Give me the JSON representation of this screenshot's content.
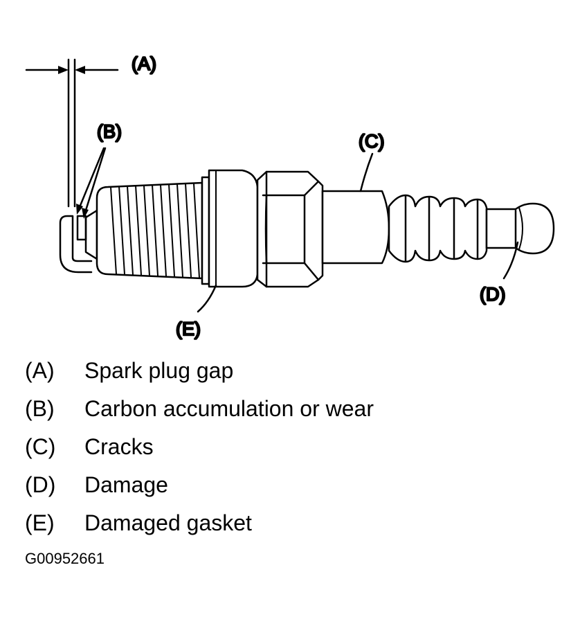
{
  "callouts": {
    "a": "(A)",
    "b": "(B)",
    "c": "(C)",
    "d": "(D)",
    "e": "(E)"
  },
  "legend": [
    {
      "key": "(A)",
      "text": "Spark plug gap"
    },
    {
      "key": "(B)",
      "text": "Carbon accumulation or wear"
    },
    {
      "key": "(C)",
      "text": "Cracks"
    },
    {
      "key": "(D)",
      "text": "Damage"
    },
    {
      "key": "(E)",
      "text": "Damaged gasket"
    }
  ],
  "figure_code": "G00952661"
}
